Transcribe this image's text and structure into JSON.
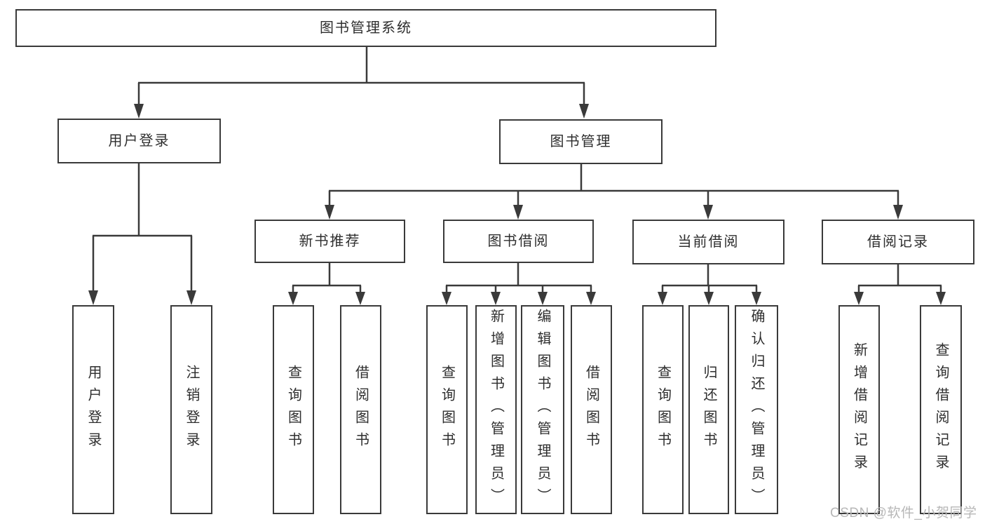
{
  "diagram": {
    "title_node": {
      "label": "图书管理系统"
    },
    "level2": [
      {
        "label": "用户登录"
      },
      {
        "label": "图书管理"
      }
    ],
    "level3": [
      {
        "label": "新书推荐",
        "parent": "图书管理"
      },
      {
        "label": "图书借阅",
        "parent": "图书管理"
      },
      {
        "label": "当前借阅",
        "parent": "图书管理"
      },
      {
        "label": "借阅记录",
        "parent": "图书管理"
      }
    ],
    "leaves": [
      {
        "label": "用户登录",
        "parent": "用户登录"
      },
      {
        "label": "注销登录",
        "parent": "用户登录"
      },
      {
        "label": "查询图书",
        "parent": "新书推荐"
      },
      {
        "label": "借阅图书",
        "parent": "新书推荐"
      },
      {
        "label": "查询图书",
        "parent": "图书借阅"
      },
      {
        "label": "新增图书（管理员）",
        "parent": "图书借阅"
      },
      {
        "label": "编辑图书（管理员）",
        "parent": "图书借阅"
      },
      {
        "label": "借阅图书",
        "parent": "图书借阅"
      },
      {
        "label": "查询图书",
        "parent": "当前借阅"
      },
      {
        "label": "归还图书",
        "parent": "当前借阅"
      },
      {
        "label": "确认归还（管理员）",
        "parent": "当前借阅"
      },
      {
        "label": "新增借阅记录",
        "parent": "借阅记录"
      },
      {
        "label": "查询借阅记录",
        "parent": "借阅记录"
      }
    ]
  },
  "watermark": {
    "text": "CSDN @软件_小贺同学"
  },
  "colors": {
    "line": "#3a3a3a",
    "text": "#2e2e2e",
    "box_background": "#ffffff",
    "page_background": "#ffffff",
    "watermark": "#b7b7b7"
  }
}
